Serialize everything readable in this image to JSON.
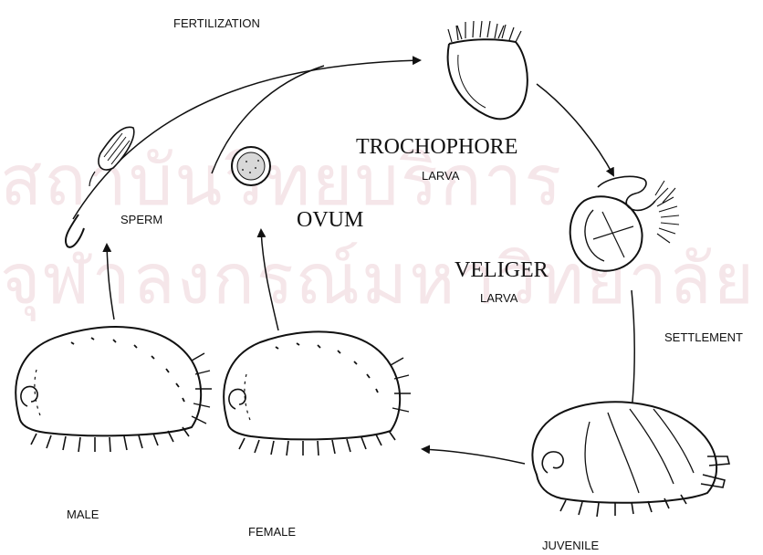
{
  "watermark": {
    "line1": "สถาบันวิทยบริการ",
    "line2": "จุฬาลงกรณ์มหาวิทยาลัย"
  },
  "labels": {
    "fertilization": "FERTILIZATION",
    "trochophore": "TROCHOPHORE",
    "trochophore_larva": "LARVA",
    "sperm": "SPERM",
    "ovum": "OVUM",
    "veliger": "VELIGER",
    "veliger_larva": "LARVA",
    "settlement": "SETTLEMENT",
    "male": "MALE",
    "female": "FEMALE",
    "juvenile": "JUVENILE"
  },
  "colors": {
    "ink": "#111111",
    "watermark": "#f5e6e9"
  }
}
